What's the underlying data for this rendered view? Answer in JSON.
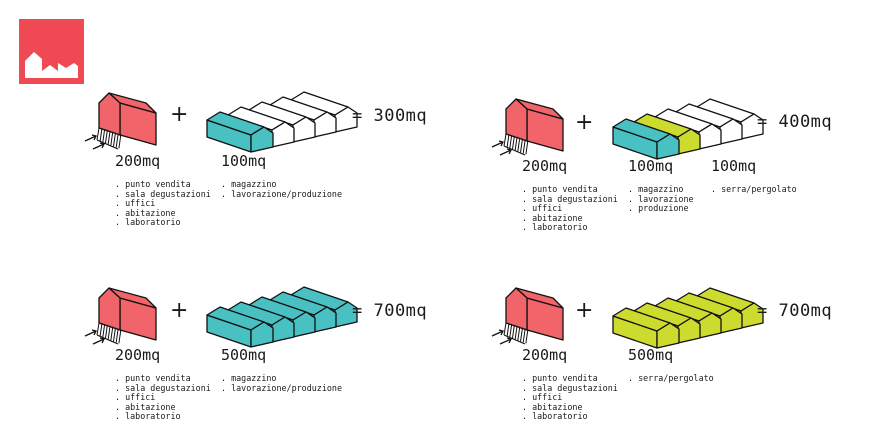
{
  "colors": {
    "red": "#f0646a",
    "teal": "#49c0c1",
    "lime": "#cddb2e",
    "white": "#ffffff",
    "logo": "#ef4a54",
    "stroke": "#111111"
  },
  "logo_icon": "factory-icon",
  "panels": [
    {
      "total": "= 300mq",
      "blocks": [
        {
          "area": "200mq",
          "items": [
            "punto vendita",
            "sala degustazioni",
            "uffici",
            "abitazione",
            "laboratorio"
          ]
        },
        {
          "area": "100mq",
          "items": [
            "magazzino",
            "lavorazione/produzione"
          ]
        }
      ],
      "shed_fills": [
        "teal",
        "white",
        "white",
        "white",
        "white"
      ]
    },
    {
      "total": "= 400mq",
      "blocks": [
        {
          "area": "200mq",
          "items": [
            "punto vendita",
            "sala degustazioni",
            "uffici",
            "abitazione",
            "laboratorio"
          ]
        },
        {
          "area": "100mq",
          "items": [
            "magazzino",
            "lavorazione",
            "produzione"
          ]
        },
        {
          "area": "100mq",
          "items": [
            "serra/pergolato"
          ]
        }
      ],
      "shed_fills": [
        "teal",
        "lime",
        "white",
        "white",
        "white"
      ]
    },
    {
      "total": "= 700mq",
      "blocks": [
        {
          "area": "200mq",
          "items": [
            "punto vendita",
            "sala degustazioni",
            "uffici",
            "abitazione",
            "laboratorio"
          ]
        },
        {
          "area": "500mq",
          "items": [
            "magazzino",
            "lavorazione/produzione"
          ]
        }
      ],
      "shed_fills": [
        "teal",
        "teal",
        "teal",
        "teal",
        "teal"
      ]
    },
    {
      "total": "= 700mq",
      "blocks": [
        {
          "area": "200mq",
          "items": [
            "punto vendita",
            "sala degustazioni",
            "uffici",
            "abitazione",
            "laboratorio"
          ]
        },
        {
          "area": "500mq",
          "items": [
            "serra/pergolato"
          ]
        }
      ],
      "shed_fills": [
        "lime",
        "lime",
        "lime",
        "lime",
        "lime"
      ]
    }
  ]
}
